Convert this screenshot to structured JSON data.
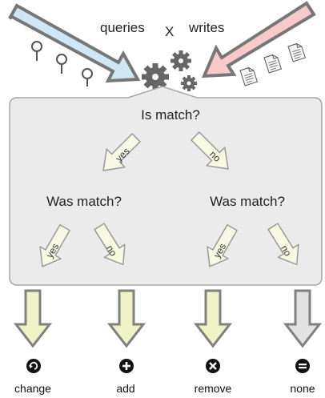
{
  "header": {
    "left_label": "queries",
    "operator": "X",
    "right_label": "writes"
  },
  "decision": {
    "question": "Is match?",
    "branch_yes": "yes",
    "branch_no": "no"
  },
  "sub_decisions": [
    {
      "question": "Was match?",
      "yes": "yes",
      "no": "no"
    },
    {
      "question": "Was match?",
      "yes": "yes",
      "no": "no"
    }
  ],
  "outcomes": [
    {
      "label": "change",
      "icon": "refresh-icon"
    },
    {
      "label": "add",
      "icon": "plus-icon"
    },
    {
      "label": "remove",
      "icon": "x-icon"
    },
    {
      "label": "none",
      "icon": "equals-icon"
    }
  ],
  "colors": {
    "queries_arrow": "#cfe7f5",
    "writes_arrow": "#f7c9c9",
    "decision_arrow": "#f7f9e3",
    "outcome_arrow": "#eef2c4",
    "none_arrow": "#e2e2e2",
    "panel": "#ebebeb",
    "gear": "#666666"
  }
}
